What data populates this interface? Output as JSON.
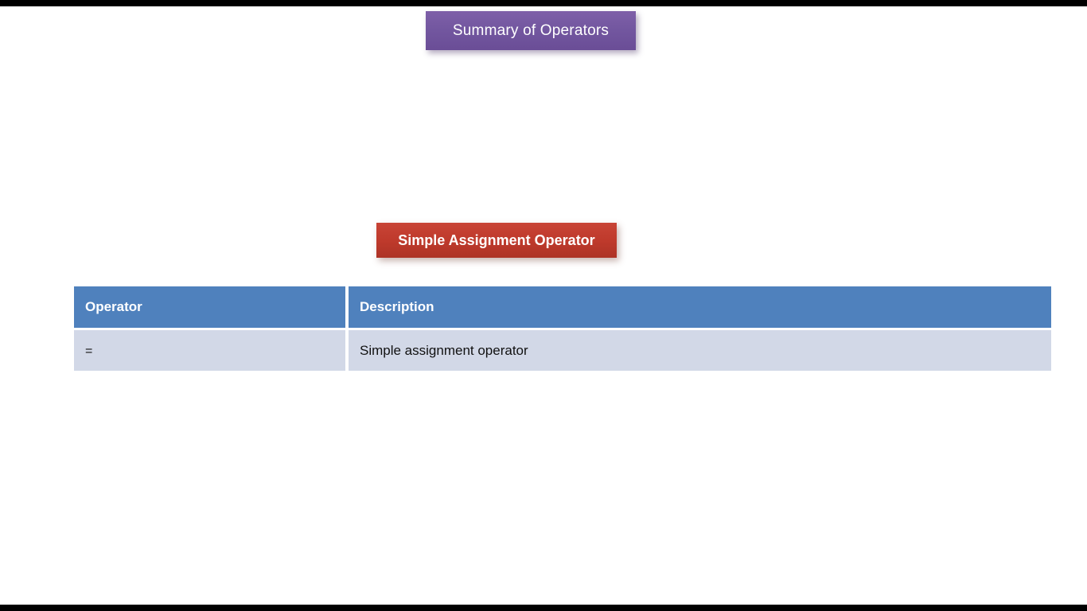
{
  "slide": {
    "title": "Summary of Operators",
    "section_heading": "Simple Assignment Operator",
    "colors": {
      "title_chip": "#7357a0",
      "section_chip": "#bf3a2c",
      "table_header": "#4f81bd",
      "table_row": "#d2d8e7",
      "letterbox": "#000000"
    },
    "table": {
      "columns": [
        {
          "key": "operator",
          "header": "Operator"
        },
        {
          "key": "description",
          "header": "Description"
        }
      ],
      "rows": [
        {
          "operator": "=",
          "description": "Simple assignment operator"
        }
      ]
    }
  }
}
